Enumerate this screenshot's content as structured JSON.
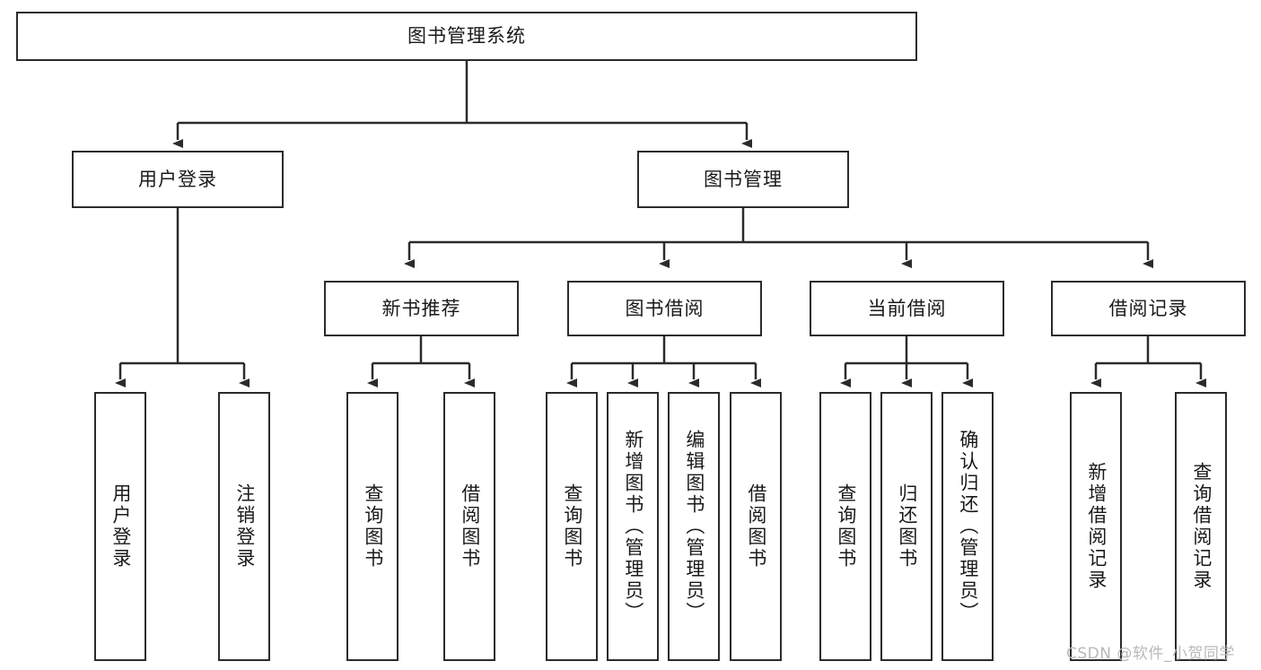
{
  "diagram": {
    "title": "图书管理系统",
    "type": "functional-structure-tree",
    "stroke_color": "#2b2b2b",
    "fill_color": "#ffffff",
    "text_color": "#1a1a1a"
  },
  "nodes": {
    "root": {
      "label": "图书管理系统"
    },
    "level1": [
      {
        "label": "用户登录"
      },
      {
        "label": "图书管理"
      }
    ],
    "level2": [
      {
        "label": "新书推荐"
      },
      {
        "label": "图书借阅"
      },
      {
        "label": "当前借阅"
      },
      {
        "label": "借阅记录"
      }
    ],
    "leaves": {
      "user_login": [
        {
          "label": "用户登录"
        },
        {
          "label": "注销登录"
        }
      ],
      "new_book_recommend": [
        {
          "label": "查询图书"
        },
        {
          "label": "借阅图书"
        }
      ],
      "book_borrow": [
        {
          "label": "查询图书"
        },
        {
          "label": "新增图书（管理员）"
        },
        {
          "label": "编辑图书（管理员）"
        },
        {
          "label": "借阅图书"
        }
      ],
      "current_borrow": [
        {
          "label": "查询图书"
        },
        {
          "label": "归还图书"
        },
        {
          "label": "确认归还（管理员）"
        }
      ],
      "borrow_record": [
        {
          "label": "新增借阅记录"
        },
        {
          "label": "查询借阅记录"
        }
      ]
    }
  },
  "watermark": {
    "text": "CSDN @软件_小贺同学"
  }
}
